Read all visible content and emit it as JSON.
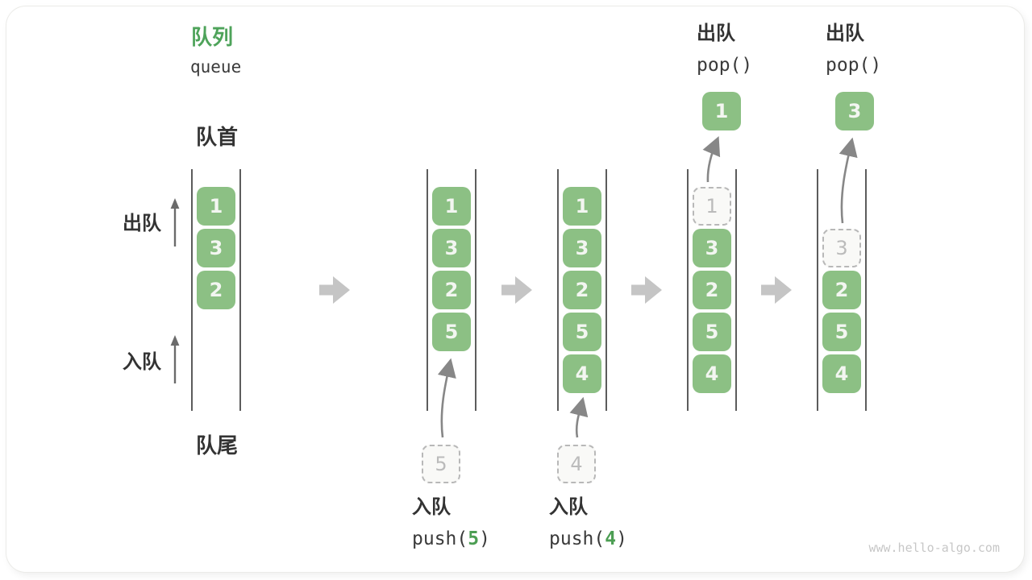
{
  "header": {
    "title_zh": "队列",
    "title_en": "queue"
  },
  "labels": {
    "front": "队首",
    "rear": "队尾",
    "dequeue": "出队",
    "enqueue": "入队"
  },
  "watermark": "www.hello-algo.com",
  "colors": {
    "box_green": "#8CC084",
    "title_green": "#4EA35A",
    "code_green": "#4C9E53",
    "dark_text": "#333333",
    "line_gray": "#5c5c5c",
    "ghost_gray": "#b8b8b8",
    "arrow_gray": "#878787",
    "block_arrow_gray": "#c5c5c5",
    "watermark_gray": "#c7c7c7"
  },
  "diagram": {
    "states": [
      {
        "cells": [
          {
            "slot": 1,
            "value": "1",
            "type": "solid"
          },
          {
            "slot": 2,
            "value": "3",
            "type": "solid"
          },
          {
            "slot": 3,
            "value": "2",
            "type": "solid"
          }
        ]
      },
      {
        "cells": [
          {
            "slot": 1,
            "value": "1",
            "type": "solid"
          },
          {
            "slot": 2,
            "value": "3",
            "type": "solid"
          },
          {
            "slot": 3,
            "value": "2",
            "type": "solid"
          },
          {
            "slot": 4,
            "value": "5",
            "type": "solid"
          }
        ]
      },
      {
        "cells": [
          {
            "slot": 1,
            "value": "1",
            "type": "solid"
          },
          {
            "slot": 2,
            "value": "3",
            "type": "solid"
          },
          {
            "slot": 3,
            "value": "2",
            "type": "solid"
          },
          {
            "slot": 4,
            "value": "5",
            "type": "solid"
          },
          {
            "slot": 5,
            "value": "4",
            "type": "solid"
          }
        ]
      },
      {
        "op": {
          "label": "出队",
          "code": "pop()"
        },
        "popped": "1",
        "cells": [
          {
            "slot": 1,
            "value": "1",
            "type": "ghost"
          },
          {
            "slot": 2,
            "value": "3",
            "type": "solid"
          },
          {
            "slot": 3,
            "value": "2",
            "type": "solid"
          },
          {
            "slot": 4,
            "value": "5",
            "type": "solid"
          },
          {
            "slot": 5,
            "value": "4",
            "type": "solid"
          }
        ]
      },
      {
        "op": {
          "label": "出队",
          "code": "pop()"
        },
        "popped": "3",
        "cells": [
          {
            "slot": 2,
            "value": "3",
            "type": "ghost"
          },
          {
            "slot": 3,
            "value": "2",
            "type": "solid"
          },
          {
            "slot": 4,
            "value": "5",
            "type": "solid"
          },
          {
            "slot": 5,
            "value": "4",
            "type": "solid"
          }
        ]
      }
    ],
    "push_ops": [
      {
        "staged_value": "5",
        "label": "入队",
        "code_before": "push(",
        "code_arg": "5",
        "code_after": ")"
      },
      {
        "staged_value": "4",
        "label": "入队",
        "code_before": "push(",
        "code_arg": "4",
        "code_after": ")"
      }
    ]
  }
}
